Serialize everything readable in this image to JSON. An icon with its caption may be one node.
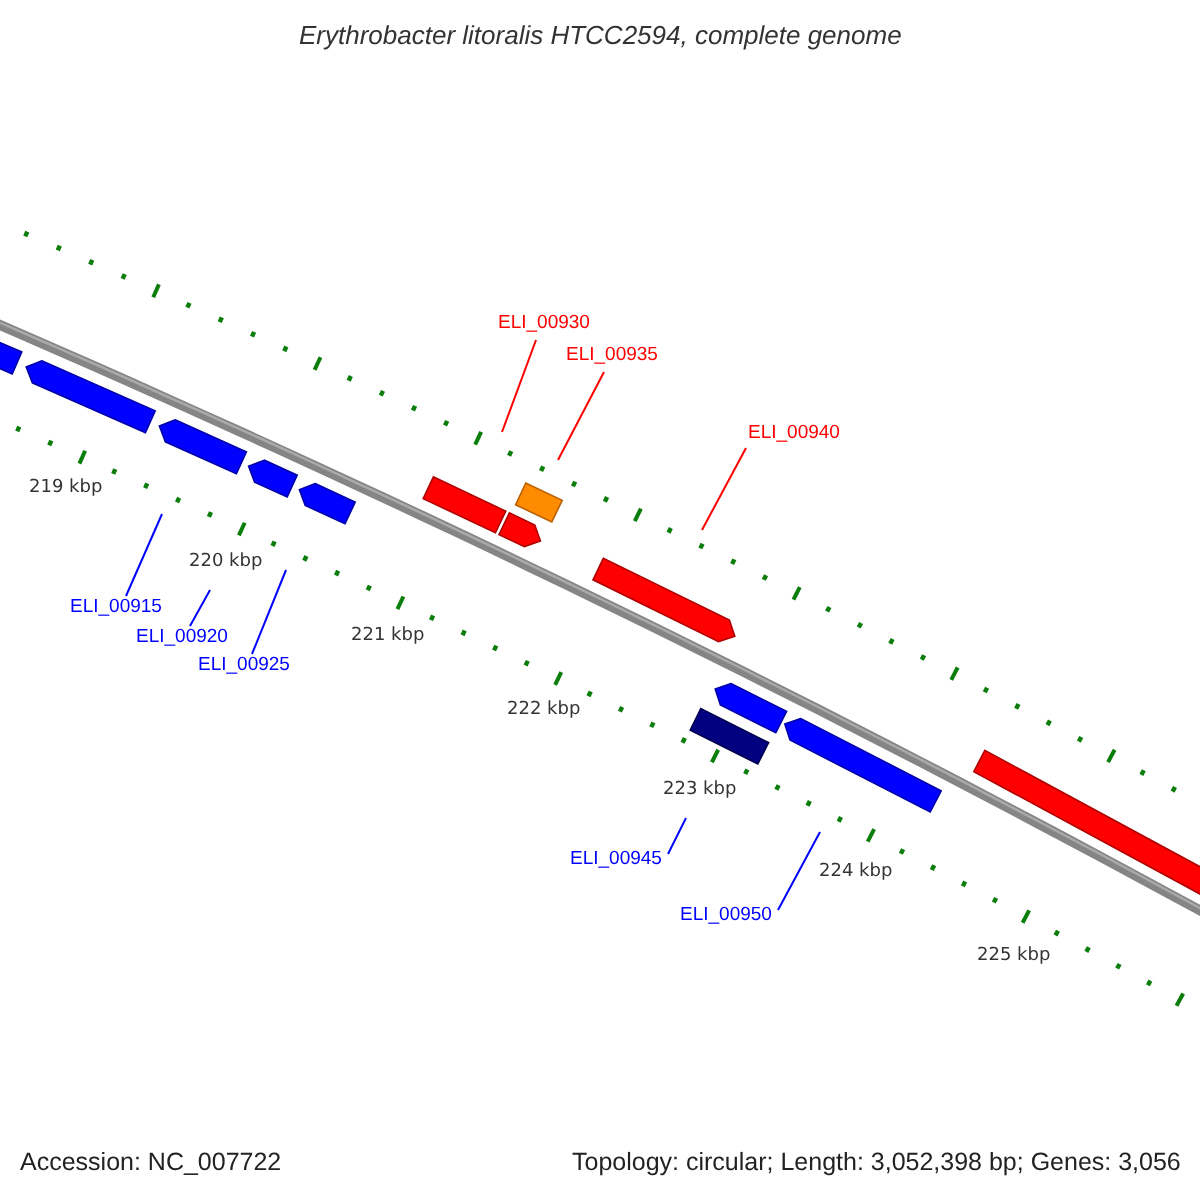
{
  "diagram": {
    "title": "Erythrobacter litoralis HTCC2594, complete genome",
    "nodes": [
      {
        "text": [
          "ELI_00930"
        ]
      },
      {
        "text": [
          "ELI_00935"
        ]
      },
      {
        "text": [
          "ELI_00940"
        ]
      },
      {
        "text": [
          "ELI_00915"
        ]
      },
      {
        "text": [
          "ELI_00920"
        ]
      },
      {
        "text": [
          "ELI_00925"
        ]
      },
      {
        "text": [
          "ELI_00945"
        ]
      },
      {
        "text": [
          "ELI_00950"
        ]
      }
    ],
    "edges": [
      {
        "from": 0,
        "to": null,
        "arrow": "none",
        "color": "#ff0000"
      },
      {
        "from": 1,
        "to": null,
        "arrow": "none",
        "color": "#ff0000"
      },
      {
        "from": 2,
        "to": null,
        "arrow": "none",
        "color": "#ff0000"
      },
      {
        "from": 3,
        "to": null,
        "arrow": "none"
      },
      {
        "from": 4,
        "to": null,
        "arrow": "none"
      },
      {
        "from": 5,
        "to": null,
        "arrow": "none"
      },
      {
        "from": 6,
        "to": null,
        "arrow": "none"
      },
      {
        "from": 7,
        "to": null,
        "arrow": "none"
      }
    ],
    "labels": [
      "219 kbp",
      "220 kbp",
      "221 kbp",
      "222 kbp",
      "223 kbp",
      "224 kbp",
      "225 kbp",
      "Accession: NC_007722",
      "Topology: circular; Length: 3,052,398 bp; Genes: 3,056"
    ]
  }
}
